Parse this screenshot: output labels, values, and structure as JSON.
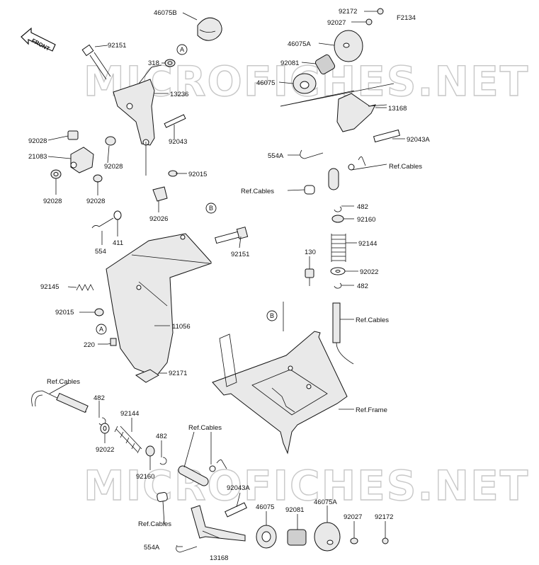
{
  "diagram_code": "F2134",
  "front_arrow_label": "FRONT",
  "watermark_top": "MICROFICHES.NET",
  "watermark_bottom": "MICROFICHES.NET",
  "reference_markers": [
    "A",
    "A",
    "B",
    "B"
  ],
  "callouts": [
    "46075B",
    "92151",
    "318",
    "13236",
    "92028",
    "92043",
    "21083",
    "92028",
    "92015",
    "92028",
    "92028",
    "92026",
    "554",
    "411",
    "92151",
    "92145",
    "92015",
    "11056",
    "220",
    "92171",
    "92172",
    "92027",
    "46075A",
    "92081",
    "46075",
    "13168",
    "92043A",
    "554A",
    "Ref.Cables",
    "Ref.Cables",
    "482",
    "92160",
    "92144",
    "130",
    "92022",
    "482",
    "Ref.Cables",
    "Ref.Frame",
    "Ref.Cables",
    "482",
    "92022",
    "92144",
    "92160",
    "482",
    "Ref.Cables",
    "92043A",
    "Ref.Cables",
    "554A",
    "13168",
    "46075",
    "92081",
    "46075A",
    "92027",
    "92172"
  ]
}
